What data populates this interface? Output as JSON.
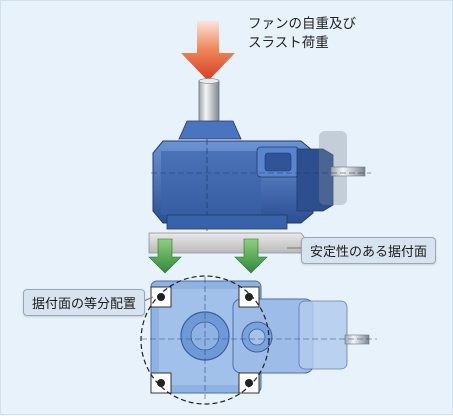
{
  "labels": {
    "load_line1": "ファンの自重及び",
    "load_line2": "スラスト荷重",
    "stable_surface": "安定性のある据付面",
    "equal_mounting": "据付面の等分配置"
  },
  "colors": {
    "background": "#e8f2fb",
    "load_arrow_top": "#d63a1f",
    "gearbox_blue": "#3a66b2",
    "support_arrow": "#3e9a45",
    "base_plate": "#c8c8c8"
  },
  "icons": {
    "load_arrow": "down-arrow-red",
    "support_arrows": "down-arrow-green"
  }
}
